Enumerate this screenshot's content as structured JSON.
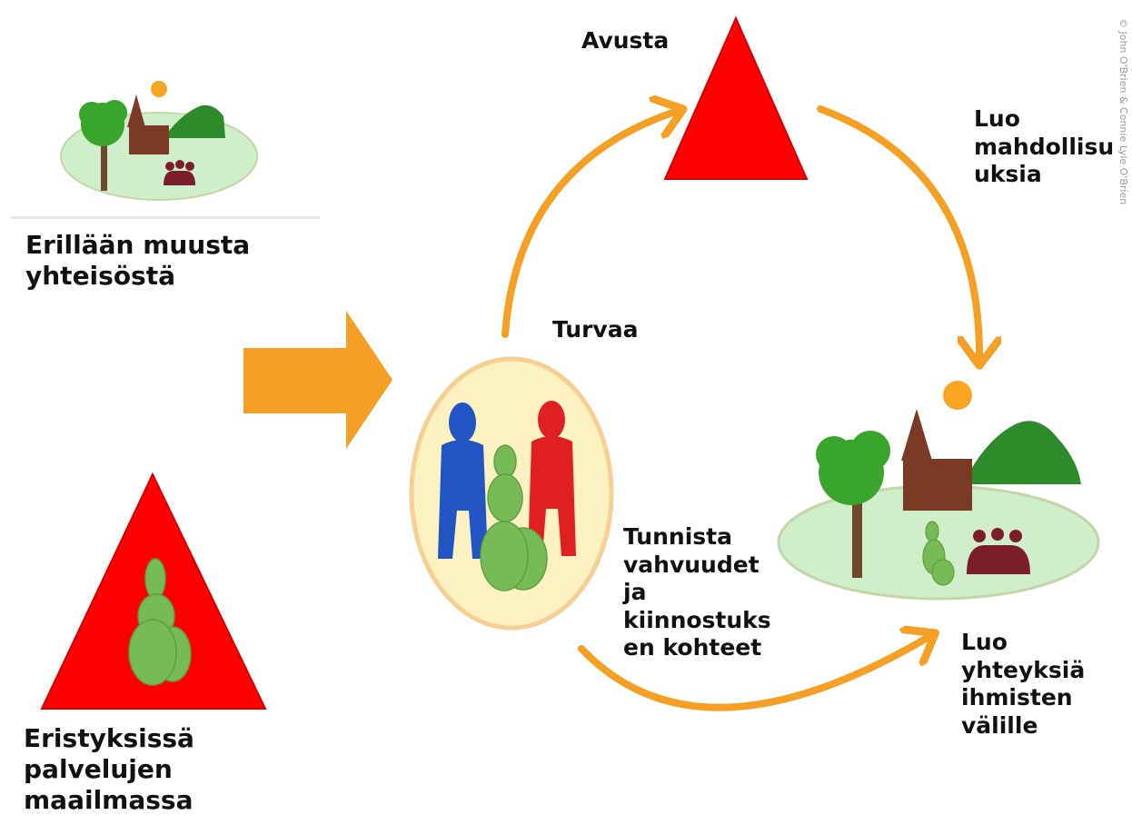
{
  "labels": {
    "isolated": "Erillään muusta\nyhteisöstä",
    "services": "Eristyksissä\npalvelujen\nmaailmassa",
    "help": "Avusta",
    "opportunities": "Luo\nmahdollisu\nuksia",
    "shelter": "Turvaa",
    "strengths": "Tunnista\nvahvuudet\nja\nkiinnostuks\nen kohteet",
    "connections": "Luo\nyhteyksiä\nihmisten\nvälille"
  },
  "credit": "© John O'Brien & Connie Lyle O'Brien",
  "colors": {
    "arrow": "#f5a024",
    "triangle": "#ff0000",
    "ground": "#cfeeca",
    "tree_green": "#3aa52b",
    "hill_green": "#2e8b2a",
    "church": "#7a3a25",
    "people": "#7a1f2a",
    "sun": "#f7a623",
    "person_blue": "#2255c4",
    "person_green": "#77bb55",
    "person_red": "#e02020",
    "circle_fill": "#fbf2bf",
    "circle_stroke": "#f6cf94"
  },
  "icons": [
    "village-scene",
    "triangle",
    "person-figure",
    "right-arrow",
    "curved-arrow"
  ]
}
